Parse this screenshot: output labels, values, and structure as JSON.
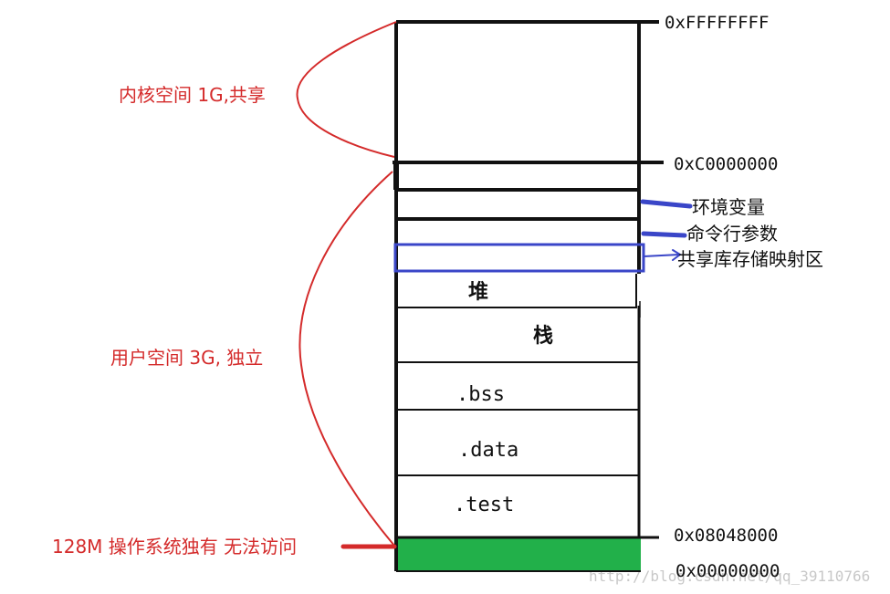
{
  "addresses": {
    "top": "0xFFFFFFFF",
    "kernel_start": "0xC0000000",
    "text_start": "0x08048000",
    "bottom": "0x00000000"
  },
  "regions": {
    "kernel": "内核空间 1G,共享",
    "user": "用户空间 3G, 独立",
    "reserved": "128M 操作系统独有 无法访问"
  },
  "annotations": {
    "env": "环境变量",
    "cmdline": "命令行参数",
    "shared_lib": "共享库存储映射区"
  },
  "segments": {
    "heap": "堆",
    "stack": "栈",
    "bss": ".bss",
    "data": ".data",
    "text": ".test"
  },
  "watermark": "http://blog.csdn.net/qq_39110766",
  "colors": {
    "red": "#d42a2a",
    "blue": "#3a46c8",
    "green": "#22b04a",
    "black": "#111111"
  }
}
